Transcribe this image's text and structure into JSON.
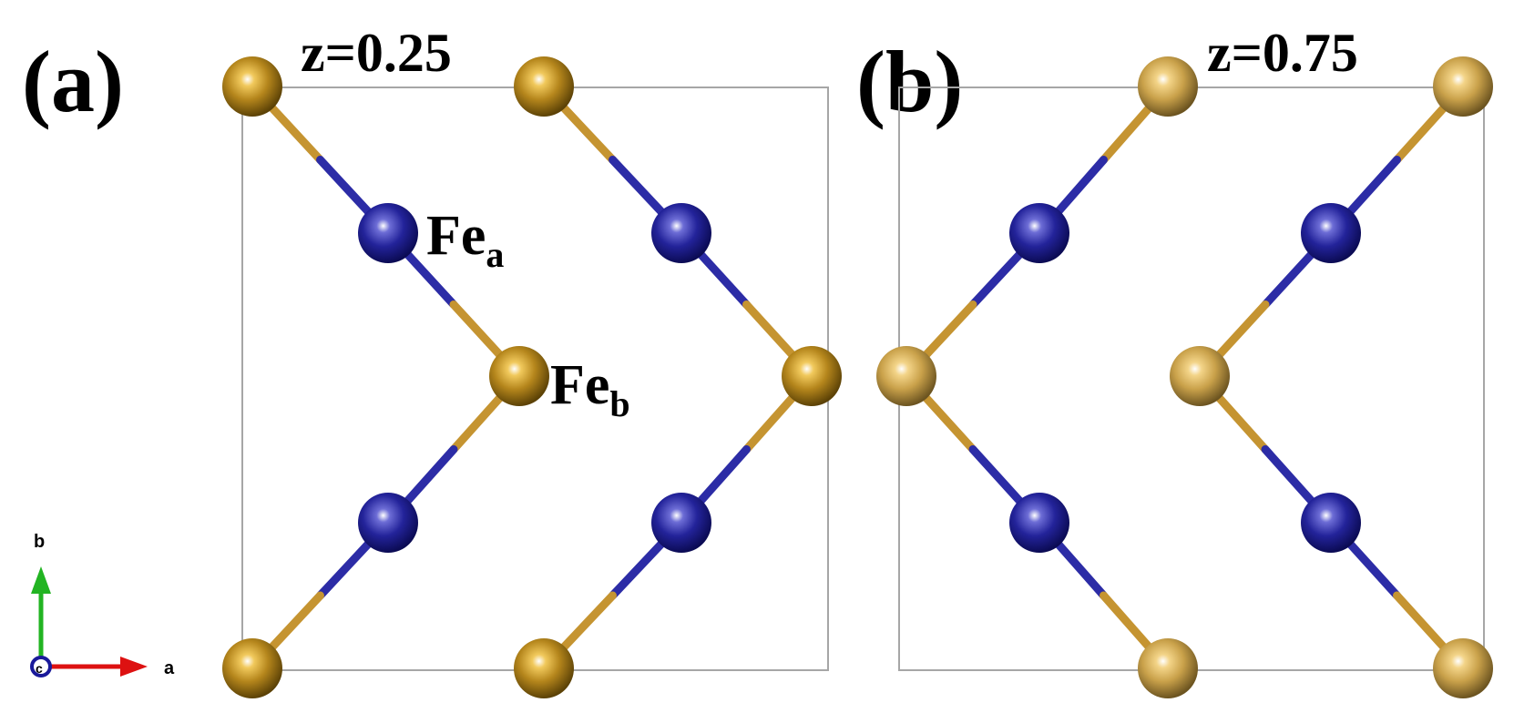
{
  "panels": [
    {
      "id": "a",
      "label": "(a)",
      "z_label": "z=0.25",
      "site_a_label": "Fe",
      "site_a_sub": "a",
      "site_b_label": "Fe",
      "site_b_sub": "b"
    },
    {
      "id": "b",
      "label": "(b)",
      "z_label": "z=0.75"
    }
  ],
  "axes": {
    "b_label": "b",
    "a_label": "a",
    "c_label": "c"
  },
  "colors": {
    "fe_a": "#1c1c8c",
    "fe_b_a": "#b5861c",
    "fe_b_b": "#c9a14a",
    "bond_a": "#2c2ca6",
    "bond_b": "#c59431",
    "axis_b": "#22b422",
    "axis_a": "#dd1111",
    "axis_c": "#1a1a9a"
  },
  "species": [
    "Fe-a",
    "Fe-b"
  ]
}
